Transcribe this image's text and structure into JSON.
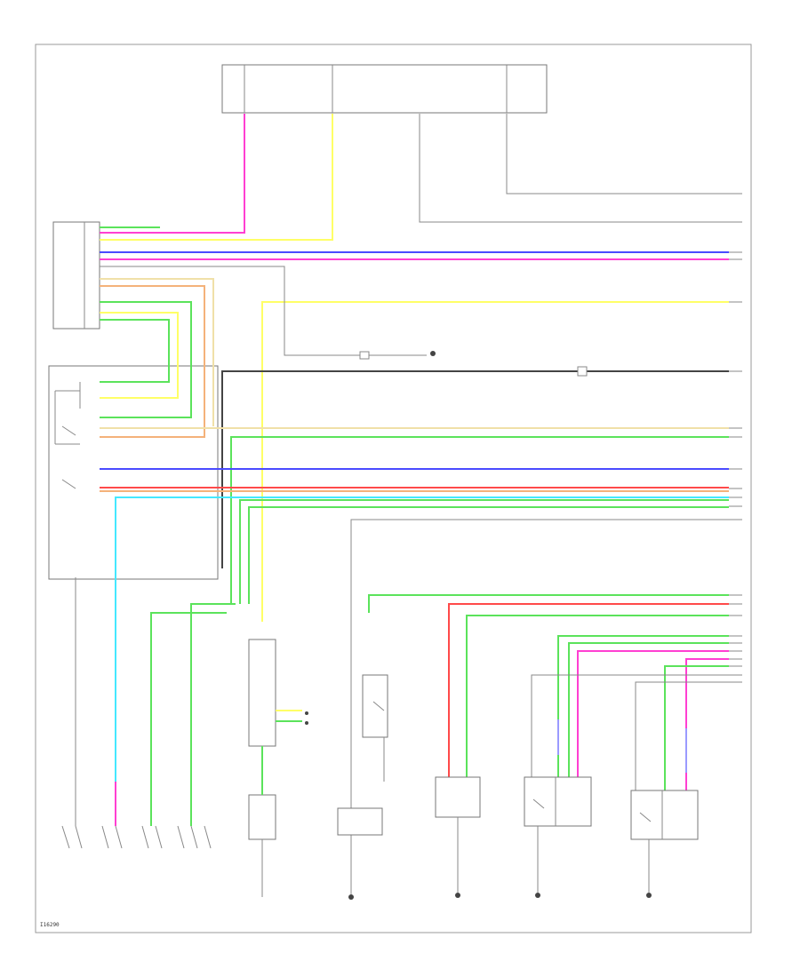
{
  "figure": {
    "code": "I16290",
    "colors": {
      "pink": "#ff3fd2",
      "yellow": "#ffff66",
      "green": "#5be35b",
      "blue": "#4a4aff",
      "red": "#ff4a4a",
      "orange": "#f4b27a",
      "tan": "#f0e0a8",
      "cyan": "#44e8ff",
      "black": "#444444",
      "gray": "#888888",
      "violet": "#9a9aff"
    },
    "wires": [
      {
        "name": "wire-pink-top",
        "color": "pink"
      },
      {
        "name": "wire-yellow-top",
        "color": "yellow"
      },
      {
        "name": "wire-blue-main",
        "color": "blue"
      },
      {
        "name": "wire-pink-main",
        "color": "pink"
      },
      {
        "name": "wire-yellow-long",
        "color": "yellow"
      },
      {
        "name": "wire-black-middle",
        "color": "black"
      },
      {
        "name": "wire-blue-lower",
        "color": "blue"
      },
      {
        "name": "wire-red-lower",
        "color": "red"
      },
      {
        "name": "wire-orange-lower",
        "color": "orange"
      },
      {
        "name": "wire-green-lower",
        "color": "green"
      },
      {
        "name": "wire-cyan-lower",
        "color": "cyan"
      },
      {
        "name": "wire-green-bottom-a",
        "color": "green"
      },
      {
        "name": "wire-red-bottom",
        "color": "red"
      },
      {
        "name": "wire-green-bottom-b",
        "color": "green"
      },
      {
        "name": "wire-pink-bottom",
        "color": "pink"
      },
      {
        "name": "wire-violet-bottom",
        "color": "violet"
      }
    ]
  }
}
